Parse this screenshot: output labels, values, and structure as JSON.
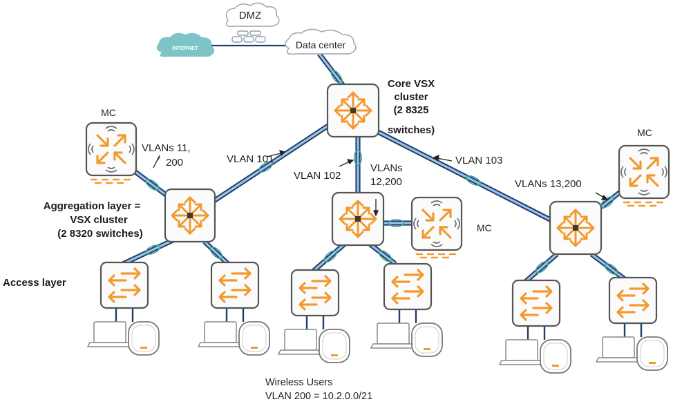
{
  "title": "Campus network topology with VSX core and aggregation clusters",
  "colors": {
    "link_dark": "#1f3c6e",
    "link_light": "#9cc3e0",
    "lag_ring": "#3aa6a0",
    "device_border": "#555555",
    "device_fill": "#fbfbfb",
    "orange": "#f29a2e",
    "internet_cloud": "#7cc4c8",
    "cloud_border": "#9aa6ad"
  },
  "clouds": {
    "dmz": "DMZ",
    "internet": "INTERNET",
    "data_center": "Data center"
  },
  "core": {
    "label_lines": [
      "Core VSX",
      "cluster",
      "(2 8325",
      "switches)"
    ]
  },
  "aggregation": {
    "label_lines": [
      "Aggregation layer =",
      "VSX cluster",
      "(2 8320 switches)"
    ]
  },
  "access": {
    "label": "Access layer"
  },
  "mobility_controllers": [
    {
      "id": "mc-left",
      "label": "MC",
      "vlan_label_lines": [
        "VLANs 11,",
        "200"
      ]
    },
    {
      "id": "mc-center",
      "label": "MC",
      "vlan_label_lines": []
    },
    {
      "id": "mc-right",
      "label": "MC",
      "vlan_label_lines": [
        "VLANs 13,200"
      ]
    }
  ],
  "links": {
    "vlan101": "VLAN 101",
    "vlan102": "VLAN 102",
    "vlan103": "VLAN 103",
    "vlans_12_200": [
      "VLANs",
      "12,200"
    ]
  },
  "footer": {
    "line1": "Wireless Users",
    "line2": "VLAN 200 = 10.2.0.0/21"
  }
}
